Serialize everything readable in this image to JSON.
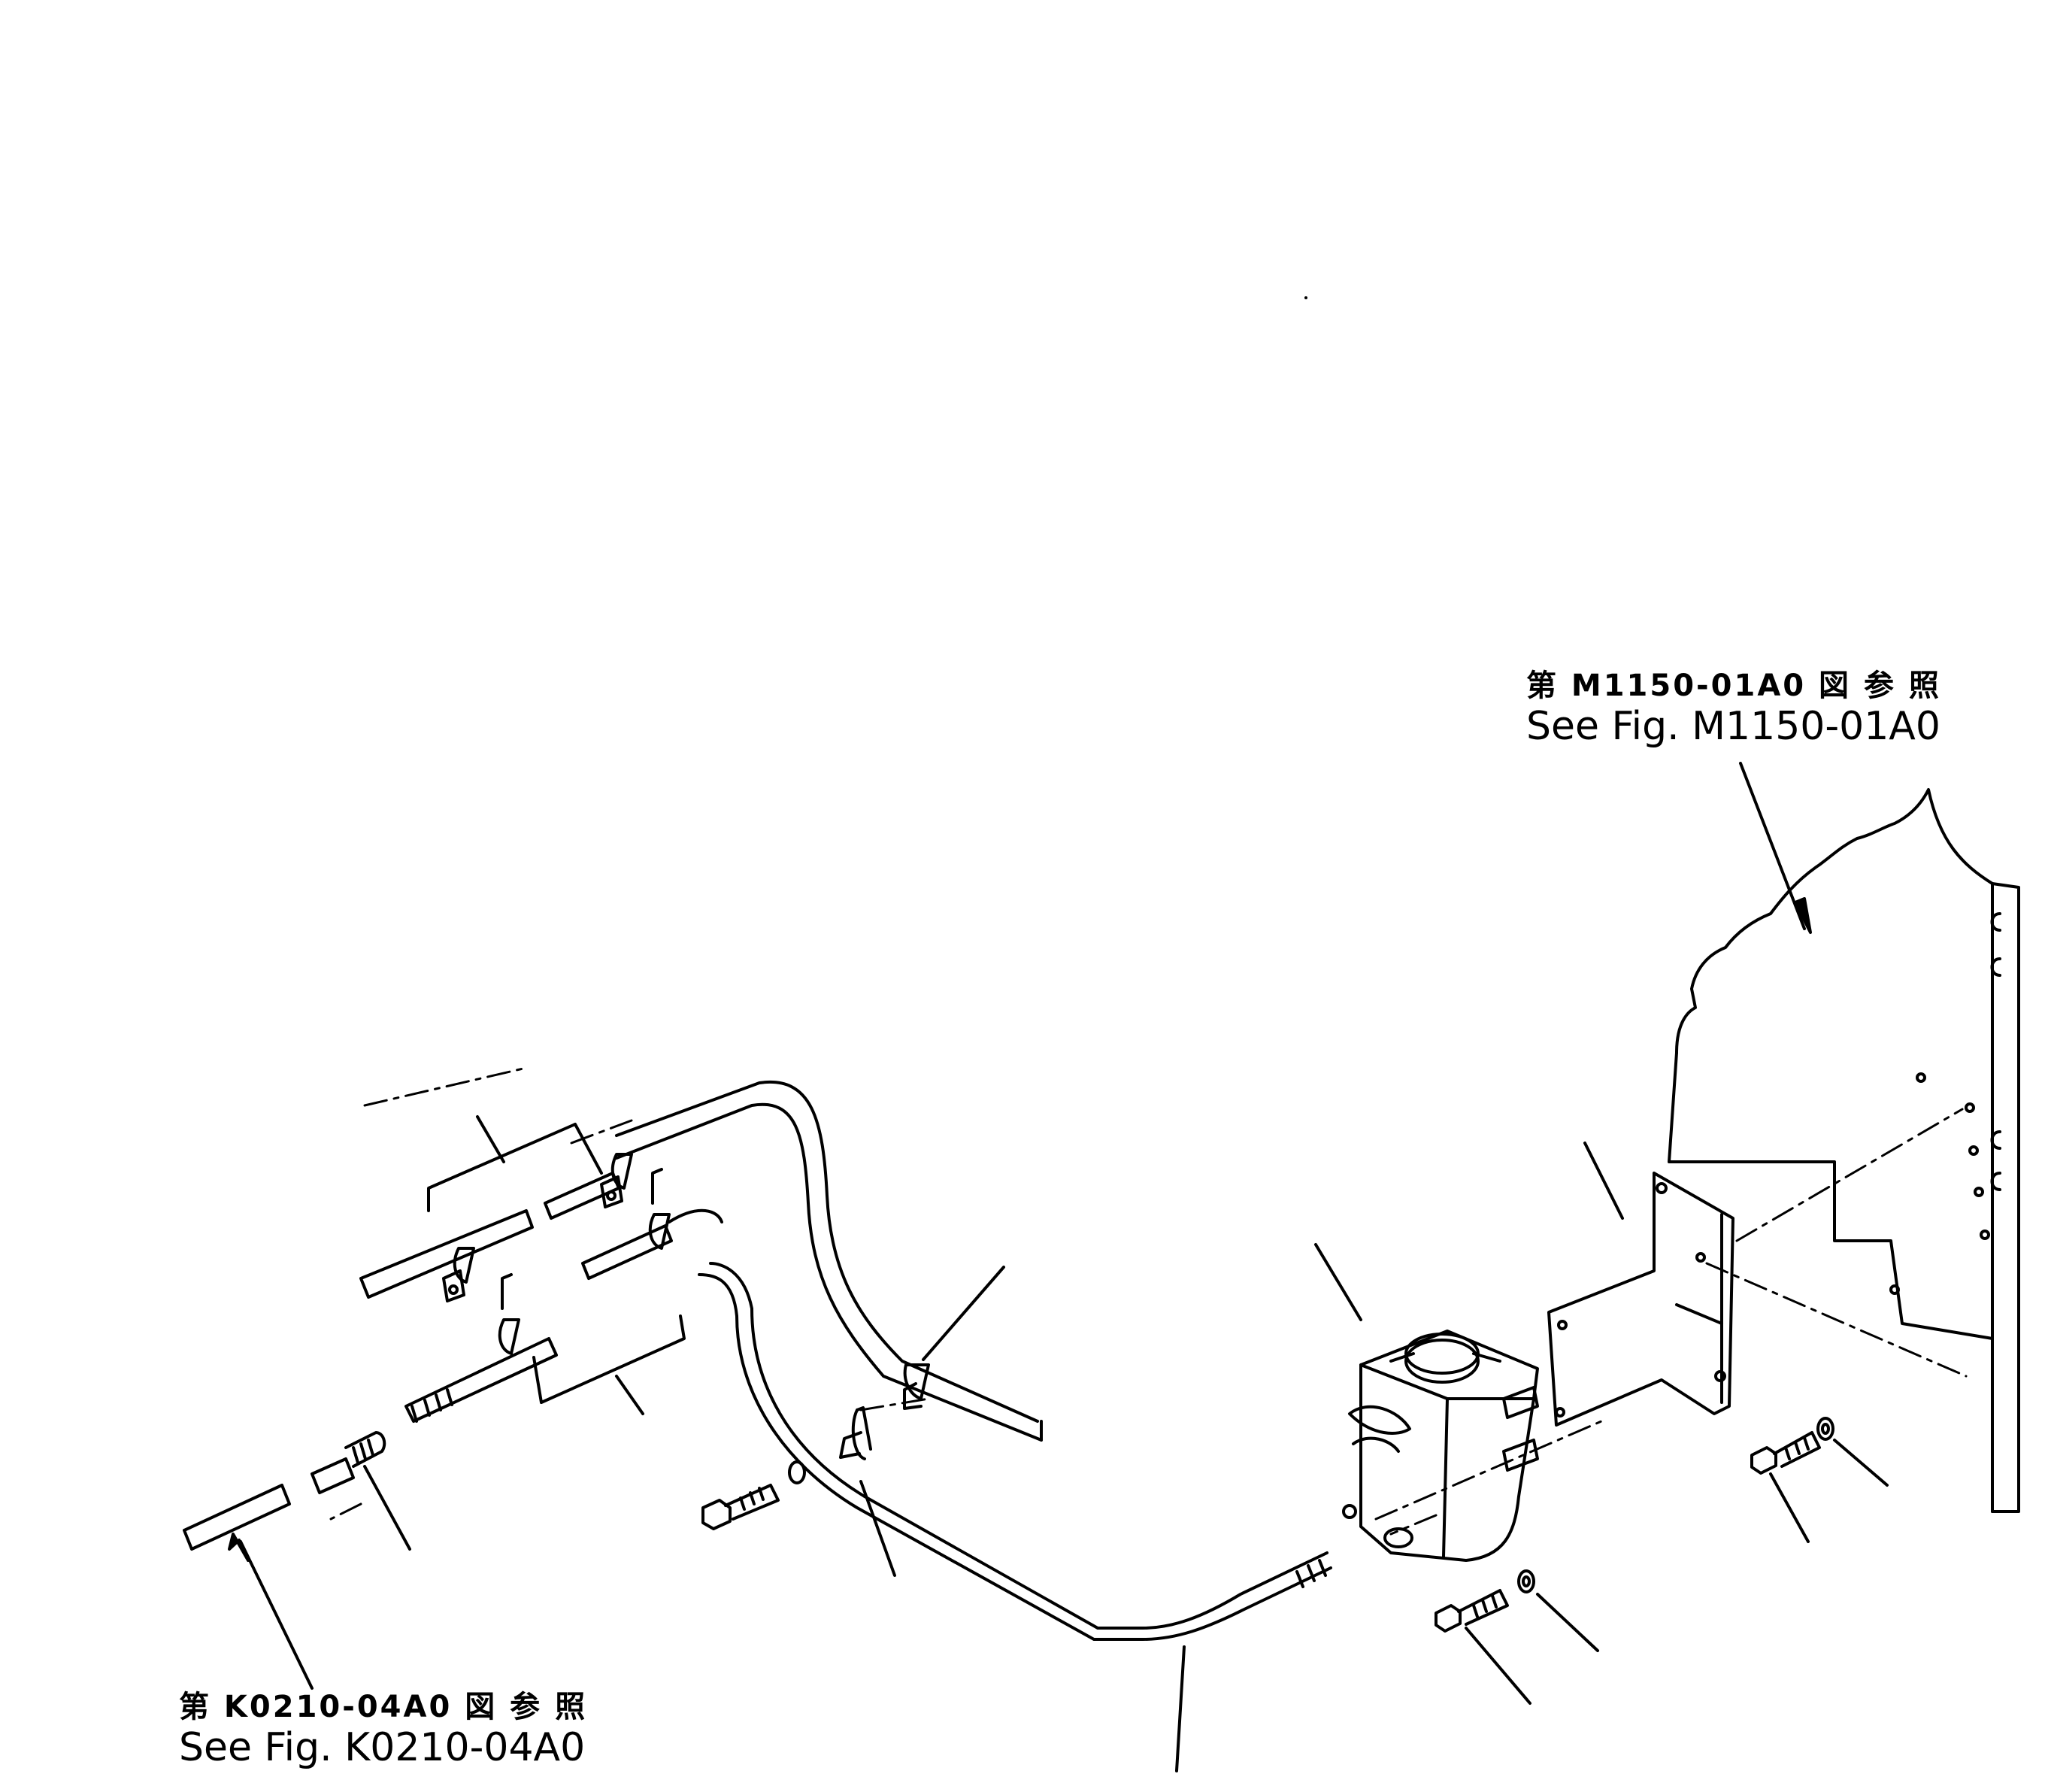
{
  "references": [
    {
      "id": "m1150",
      "jp": "第 M1150-01A0 図 参 照",
      "en": "See Fig. M1150-01A0"
    },
    {
      "id": "k0210",
      "jp": "第 K0210-04A0 図 参 照",
      "en": "See Fig. K0210-04A0"
    }
  ],
  "colors": {
    "ink": "#000000",
    "paper": "#ffffff"
  }
}
